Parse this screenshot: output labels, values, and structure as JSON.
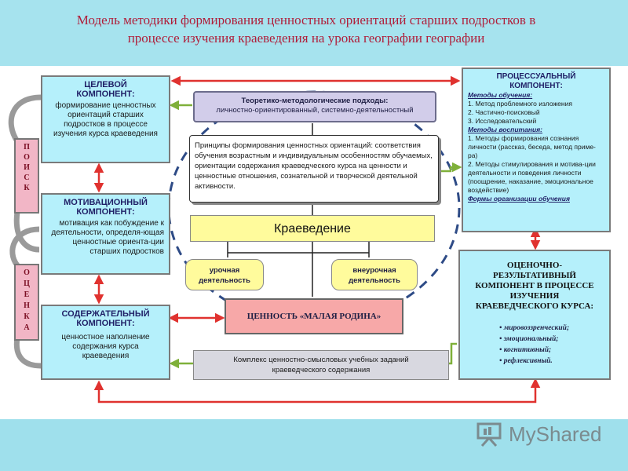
{
  "title": {
    "line1": "Модель методики  формирования ценностных ориентаций старших подростков в",
    "line2": "процессе изучения краеведения на урока географии географии"
  },
  "goal": {
    "heading": "ЦЕЛЕВОЙ КОМПОНЕНТ:",
    "text": "формирование ценностных ориентаций старших подростков в процессе изучения курса краеведения"
  },
  "motivation": {
    "heading": "МОТИВАЦИОННЫЙ КОМПОНЕНТ:",
    "text": "мотивация как побуждение к деятельности, определя-ющая ценностные ориента-ции старших подростков"
  },
  "content": {
    "heading": "СОДЕРЖАТЕЛЬНЫЙ КОМПОНЕНТ:",
    "text": "ценностное наполнение содержания курса краеведения"
  },
  "side_labels": {
    "search": [
      "П",
      "О",
      "И",
      "С",
      "К"
    ],
    "evaluation": [
      "О",
      "Ц",
      "Е",
      "Н",
      "К",
      "А"
    ]
  },
  "approaches": {
    "heading": "Теоретико-методологические подходы:",
    "text": "личностно-ориентированный, системно-деятельностный"
  },
  "principles": {
    "text": "Принципы формирования ценностных ориентаций: соответствия обучения возрастным и индивидуальным особенностям обучаемых, ориентации содержания краеведческого курса на ценности и ценностные отношения, сознательной и творческой деятельной активности."
  },
  "kraevedenie": "Краеведение",
  "lesson_activity": "урочная деятельность",
  "extra_activity": "внеурочная деятельность",
  "value": "ЦЕННОСТЬ «МАЛАЯ РОДИНА»",
  "tasks": "Комплекс ценностно-смысловых учебных заданий краеведческого содержания",
  "process": {
    "heading": "ПРОЦЕССУАЛЬНЫЙ КОМПОНЕНТ:",
    "teach_heading": "Методы обучения:",
    "teach_items": [
      "1.  Метод проблемного изложения",
      "2.  Частично-поисковый",
      "3.  Исследовательский"
    ],
    "upbringing_heading": "Методы воспитания:",
    "upbringing_items": [
      "1.  Методы формирования сознания личности (рассказ, беседа, метод приме-ра)",
      "2.  Методы стимулирования и мотива-ции деятельности и поведения личности (поощрение, наказание, эмоциональное воздействие)"
    ],
    "forms": "Формы организации  обучения"
  },
  "evaluation": {
    "heading": "ОЦЕНОЧНО-РЕЗУЛЬТАТИВНЫЙ КОМПОНЕНТ В ПРОЦЕССЕ ИЗУЧЕНИЯ КРАЕВЕДЧЕСКОГО КУРСА:",
    "items": [
      "мировоззренческий;",
      "эмоциональный;",
      "когнитивный;",
      "рефлексивный."
    ]
  },
  "logo": {
    "text": "MyShared"
  },
  "colors": {
    "title": "#b01e3a",
    "cyan_box": "#b5f0fb",
    "arrow_red": "#e0322f",
    "arrow_green": "#7fb03a",
    "yellow_box": "#fffb9c",
    "value_box": "#f7a8a8",
    "approach_box": "#d2cdea"
  }
}
